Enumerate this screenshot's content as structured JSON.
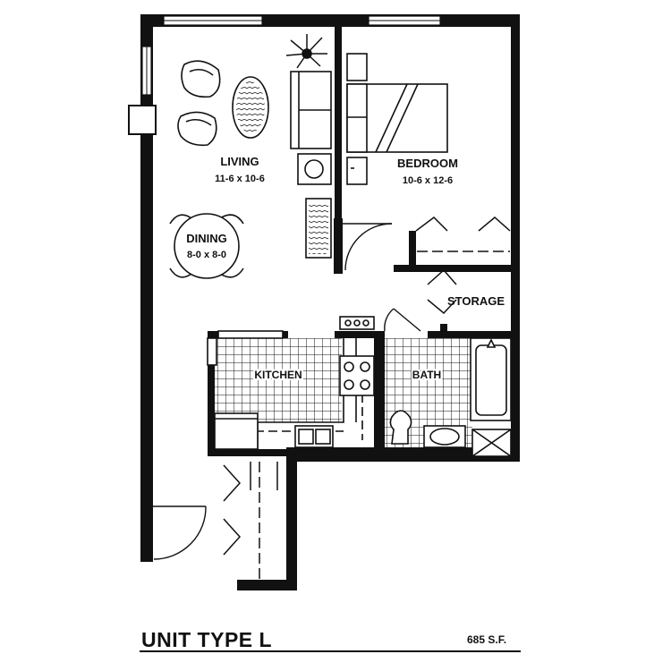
{
  "plan": {
    "title": "UNIT TYPE L",
    "area": "685 S.F.",
    "rooms": {
      "living": {
        "name": "LIVING",
        "dims": "11-6 x 10-6"
      },
      "dining": {
        "name": "DINING",
        "dims": "8-0 x 8-0"
      },
      "bedroom": {
        "name": "BEDROOM",
        "dims": "10-6 x 12-6"
      },
      "kitchen": {
        "name": "KITCHEN"
      },
      "bath": {
        "name": "BATH"
      },
      "storage": {
        "name": "STORAGE"
      }
    }
  },
  "colors": {
    "wall": "#111111",
    "background": "#ffffff"
  }
}
